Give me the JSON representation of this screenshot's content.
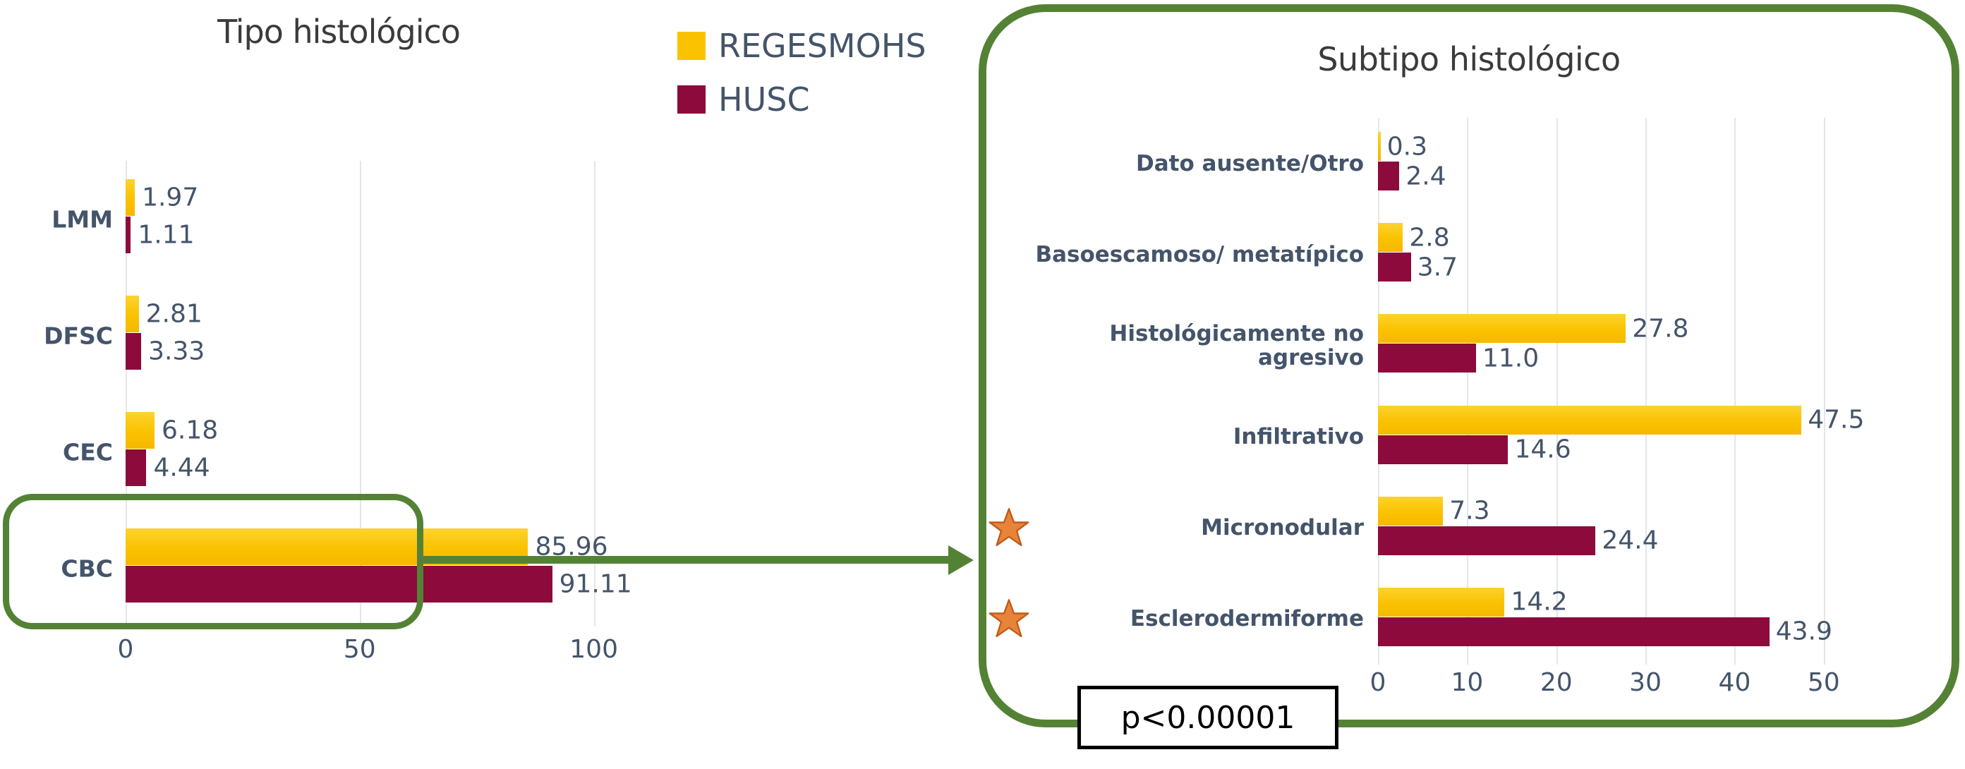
{
  "legend": {
    "items": [
      {
        "label": "REGESMOHS",
        "color": "#fac200",
        "icon": "square-swatch"
      },
      {
        "label": "HUSC",
        "color": "#8c0a3c",
        "icon": "square-swatch"
      }
    ]
  },
  "left": {
    "title": "Tipo histológico",
    "axis_ticks": [
      "0",
      "50",
      "100"
    ],
    "highlight_category": "CBC",
    "connector_icon": "arrow-right-icon"
  },
  "right": {
    "title": "Subtipo histológico",
    "axis_ticks": [
      "0",
      "10",
      "20",
      "30",
      "40",
      "50"
    ],
    "pvalue": "p<0.00001",
    "star_icon": "star-icon"
  },
  "chart_data": [
    {
      "type": "bar",
      "title": "Tipo histológico",
      "orientation": "horizontal",
      "xlabel": "",
      "ylabel": "",
      "xlim": [
        0,
        110
      ],
      "grid": true,
      "legend_position": "top-right",
      "categories": [
        "LMM",
        "DFSC",
        "CEC",
        "CBC"
      ],
      "series": [
        {
          "name": "REGESMOHS",
          "color": "#fac200",
          "values": [
            1.97,
            2.81,
            6.18,
            85.96
          ]
        },
        {
          "name": "HUSC",
          "color": "#8c0a3c",
          "values": [
            1.11,
            3.33,
            4.44,
            91.11
          ]
        }
      ],
      "value_labels": [
        [
          "1.97",
          "1.11"
        ],
        [
          "2.81",
          "3.33"
        ],
        [
          "6.18",
          "4.44"
        ],
        [
          "85.96",
          "91.11"
        ]
      ]
    },
    {
      "type": "bar",
      "title": "Subtipo histológico",
      "orientation": "horizontal",
      "xlabel": "",
      "ylabel": "",
      "xlim": [
        0,
        55
      ],
      "grid": true,
      "annotation": "p<0.00001",
      "categories": [
        "Dato ausente/Otro",
        "Basoescamoso/ metatípico",
        "Histológicamente no agresivo",
        "Infiltrativo",
        "Micronodular",
        "Esclerodermiforme"
      ],
      "starred_categories": [
        "Micronodular",
        "Esclerodermiforme"
      ],
      "series": [
        {
          "name": "REGESMOHS",
          "color": "#fac200",
          "values": [
            0.3,
            2.8,
            27.8,
            47.5,
            7.3,
            14.2
          ]
        },
        {
          "name": "HUSC",
          "color": "#8c0a3c",
          "values": [
            2.4,
            3.7,
            11.0,
            14.6,
            24.4,
            43.9
          ]
        }
      ],
      "value_labels": [
        [
          "0.3",
          "2.4"
        ],
        [
          "2.8",
          "3.7"
        ],
        [
          "27.8",
          "11.0"
        ],
        [
          "47.5",
          "14.6"
        ],
        [
          "7.3",
          "24.4"
        ],
        [
          "14.2",
          "43.9"
        ]
      ]
    }
  ]
}
